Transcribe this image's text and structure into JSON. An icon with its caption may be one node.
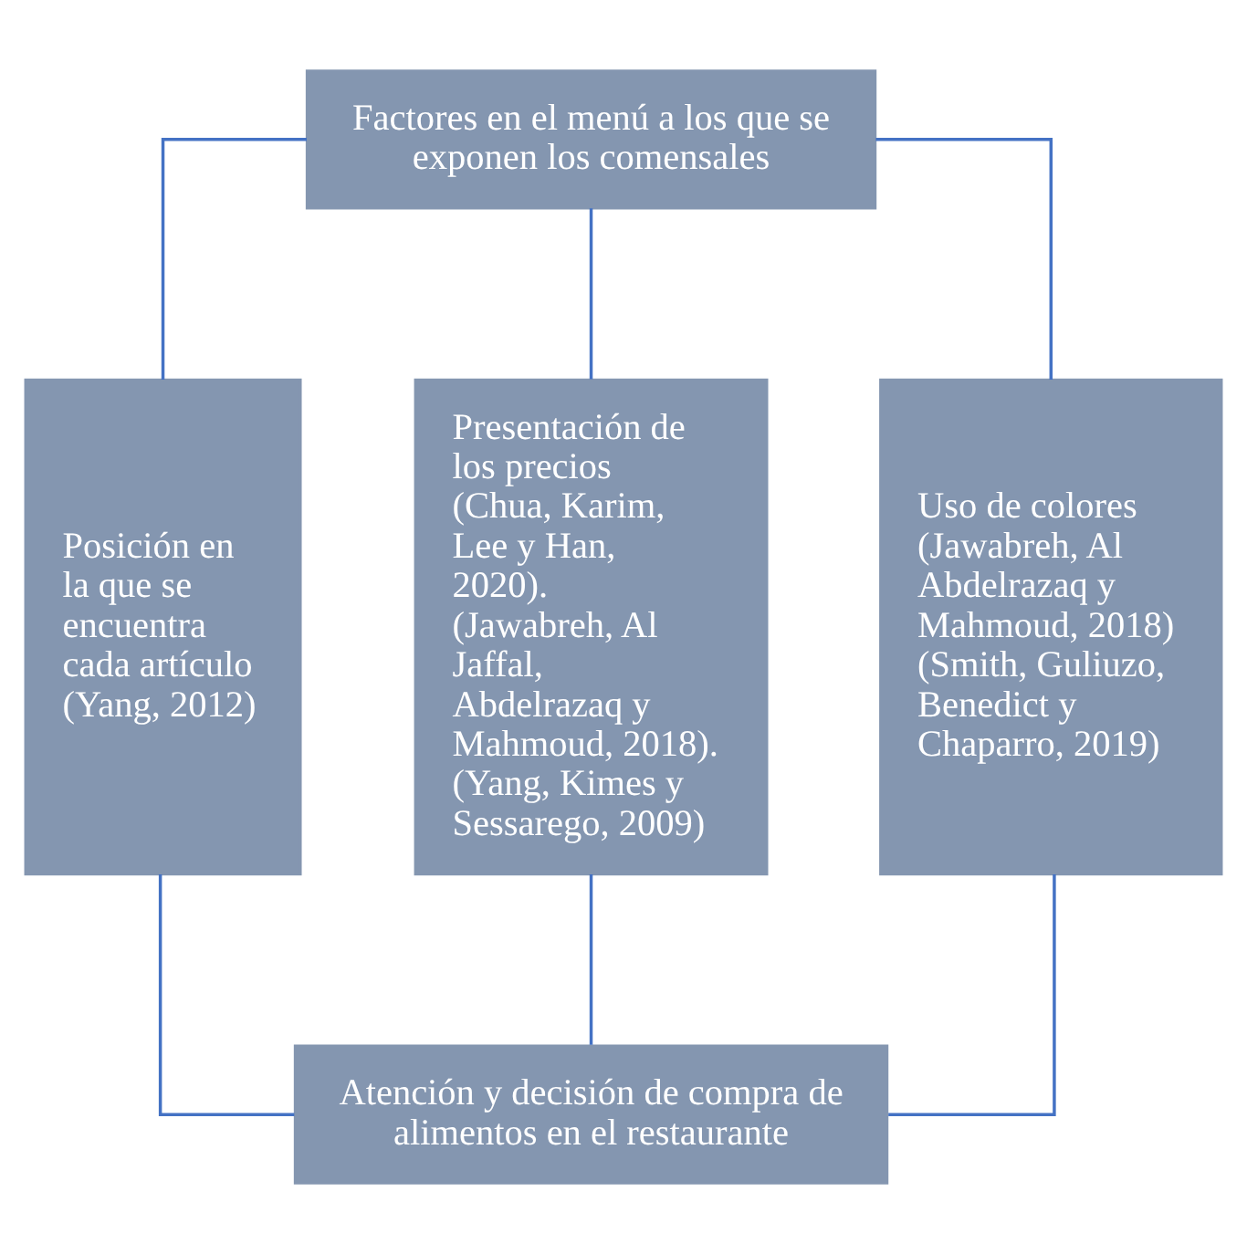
{
  "diagram": {
    "nodes": [
      {
        "text": [
          "Factores en el menú a los que se exponen los comensales"
        ]
      },
      {
        "text": [
          "Posición en la que se encuentra cada artículo (Yang, 2012)"
        ]
      },
      {
        "text": [
          "Presentación de los precios (Chua, Karim, Lee y Han, 2020). (Jawabreh, Al Jaffal, Abdelrazaq y Mahmoud, 2018). (Yang, Kimes y Sessarego, 2009)"
        ]
      },
      {
        "text": [
          "Uso de colores (Jawabreh, Al Abdelrazaq y Mahmoud, 2018) (Smith, Guliuzo, Benedict y Chaparro, 2019)"
        ]
      },
      {
        "text": [
          "Atención y decisión de compra de alimentos en el restaurante"
        ]
      }
    ],
    "edges": [
      {
        "from": 0,
        "to": 1,
        "arrow": "none"
      },
      {
        "from": 0,
        "to": 2,
        "arrow": "none"
      },
      {
        "from": 0,
        "to": 3,
        "arrow": "none"
      },
      {
        "from": 1,
        "to": 4,
        "arrow": "none"
      },
      {
        "from": 2,
        "to": 4,
        "arrow": "none"
      },
      {
        "from": 3,
        "to": 4,
        "arrow": "none"
      }
    ]
  }
}
